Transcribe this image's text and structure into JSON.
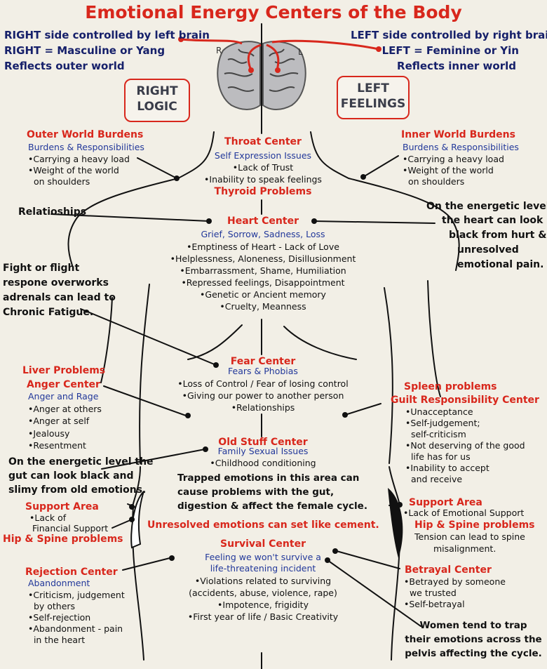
{
  "title": "Emotional Energy Centers of the Body",
  "left_header": [
    "RIGHT side controlled by left brain",
    "RIGHT = Masculine or Yang",
    "Reflects outer world"
  ],
  "right_header": [
    "LEFT side controlled by right brain",
    "LEFT = Feminine or Yin",
    "Reflects inner world"
  ],
  "brain": {
    "r_label": "R",
    "l_label": "L"
  },
  "right_logic": [
    "RIGHT",
    "LOGIC"
  ],
  "left_feelings": [
    "LEFT",
    "FEELINGS"
  ],
  "outer_world": {
    "title": "Outer World Burdens",
    "subtitle": "Burdens & Responsibilities",
    "items": [
      "•Carrying a heavy load",
      "•Weight of the world",
      "  on shoulders"
    ]
  },
  "inner_world": {
    "title": "Inner World Burdens",
    "subtitle": "Burdens & Responsibilities",
    "items": [
      "•Carrying a heavy load",
      "•Weight of the world",
      "  on shoulders"
    ]
  },
  "throat": {
    "title": "Throat Center",
    "subtitle": "Self Expression Issues",
    "items": [
      "•Lack of Trust",
      "•Inability to speak feelings"
    ],
    "footer": "Thyroid Problems"
  },
  "relationships_note": "Relatioships",
  "heart": {
    "title": "Heart Center",
    "subtitle": "Grief, Sorrow, Sadness, Loss",
    "items": [
      "•Emptiness of Heart - Lack of Love",
      "•Helplessness, Aloneness, Disillusionment",
      "•Embarrassment, Shame, Humiliation",
      "•Repressed feelings, Disappointment",
      "•Genetic or Ancient memory",
      "•Cruelty, Meanness"
    ]
  },
  "heart_note": [
    "On the energetic level",
    "the heart can look",
    "black from  hurt &",
    "unresolved",
    "emotional pain."
  ],
  "fatigue_note": [
    "Fight or flight",
    "respone overworks",
    "adrenals can lead to",
    "Chronic Fatigue."
  ],
  "fear": {
    "title": "Fear Center",
    "subtitle": "Fears & Phobias",
    "items": [
      "•Loss of Control / Fear of losing control",
      "•Giving our power to another person",
      "•Relationships"
    ]
  },
  "liver": {
    "title1": "Liver Problems",
    "title2": "Anger Center",
    "subtitle": "Anger and Rage",
    "items": [
      "•Anger at others",
      "•Anger at self",
      "•Jealousy",
      "•Resentment"
    ]
  },
  "spleen": {
    "title1": "Spleen problems",
    "title2": "Guilt Responsibility Center",
    "items": [
      "•Unacceptance",
      "•Self-judgement;",
      "  self-criticism",
      "•Not deserving of the good",
      "  life has for us",
      "•Inability to accept",
      "  and receive"
    ]
  },
  "old_stuff": {
    "title": "Old Stuff Center",
    "subtitle": "Family Sexual Issues",
    "items": [
      "•Childhood conditioning"
    ]
  },
  "gut_note": [
    "On the energetic level the",
    "gut can look black and",
    "slimy from old emotions."
  ],
  "trapped_note": [
    "Trapped emotions in this area can",
    "cause problems with the gut,",
    "digestion & affect the female cycle."
  ],
  "support_left": {
    "title": "Support Area",
    "items": [
      "•Lack of",
      "Financial Support"
    ],
    "footer": "Hip & Spine problems"
  },
  "cement_note": "Unresolved emotions can set like cement.",
  "support_right": {
    "title": "Support Area",
    "items": [
      "•Lack of Emotional Support"
    ],
    "footer": "Hip & Spine problems",
    "note": [
      "Tension can lead to spine",
      "misalignment."
    ]
  },
  "survival": {
    "title": "Survival Center",
    "subtitle": [
      "Feeling we won't survive a",
      "life-threatening incident"
    ],
    "items": [
      "•Violations related to surviving",
      "(accidents, abuse, violence, rape)",
      "•Impotence, frigidity",
      "•First year of life / Basic Creativity"
    ]
  },
  "rejection": {
    "title": "Rejection Center",
    "subtitle": "Abandonment",
    "items": [
      "•Criticism, judgement",
      "  by others",
      "•Self-rejection",
      "•Abandonment - pain",
      "  in the heart"
    ]
  },
  "betrayal": {
    "title": "Betrayal Center",
    "items": [
      "•Betrayed by someone",
      "  we trusted",
      "•Self-betrayal"
    ]
  },
  "women_note": [
    "Women tend to trap",
    "their emotions across the",
    "pelvis affecting the cycle."
  ],
  "colors": {
    "red": "#d8271c",
    "navy": "#16206a",
    "blue": "#22389a",
    "background": "#f2efe6"
  }
}
